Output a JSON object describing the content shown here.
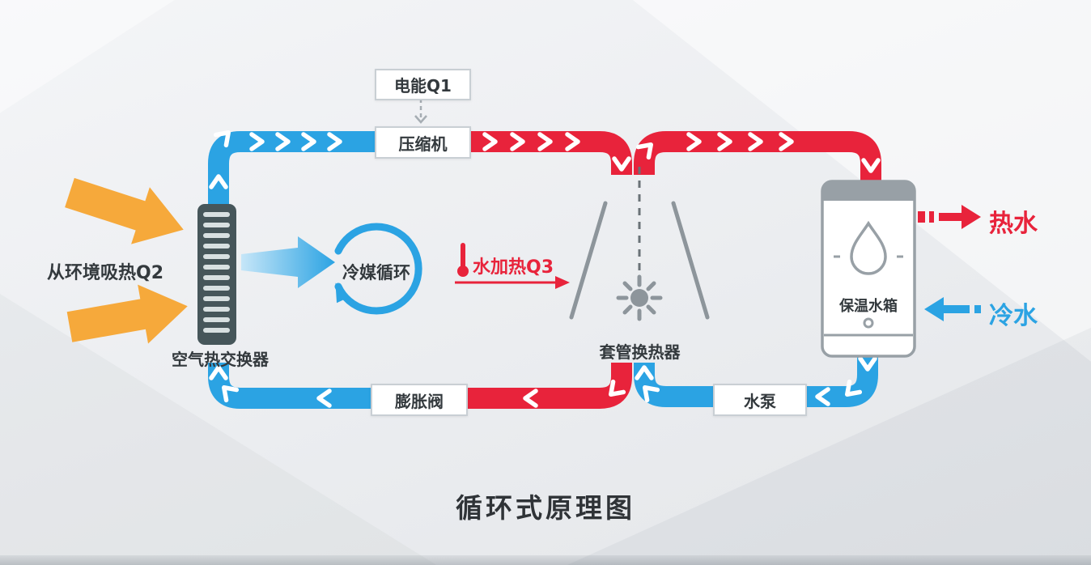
{
  "diagram": {
    "title": "循环式原理图",
    "boxes": {
      "electric_energy": "电能Q1",
      "compressor": "压缩机",
      "expansion_valve": "膨胀阀",
      "water_pump": "水泵"
    },
    "labels": {
      "env_heat": "从环境吸热Q2",
      "air_heat_exchanger": "空气热交换器",
      "refrigerant_cycle": "冷媒循环",
      "water_heating": "水加热Q3",
      "tube_heat_exchanger": "套管换热器",
      "storage_tank": "保温水箱",
      "hot_water": "热水",
      "cold_water": "冷水"
    },
    "colors": {
      "pipe_cold": "#2BA3E3",
      "pipe_hot": "#E8233B",
      "ambient_heat": "#F6A93B",
      "outline": "#98A0A6"
    },
    "icons": {
      "thermometer": "thermometer-icon",
      "water_drop": "water-drop-icon",
      "heat_exchange_sun": "heat-exchange-sun-icon",
      "refrigerant_cycle_arrow": "refrigerant-cycle-arrow-icon",
      "ambient_heat_arrows": "ambient-heat-arrow-icon",
      "flow_arrows": "flow-arrow-icon"
    }
  }
}
